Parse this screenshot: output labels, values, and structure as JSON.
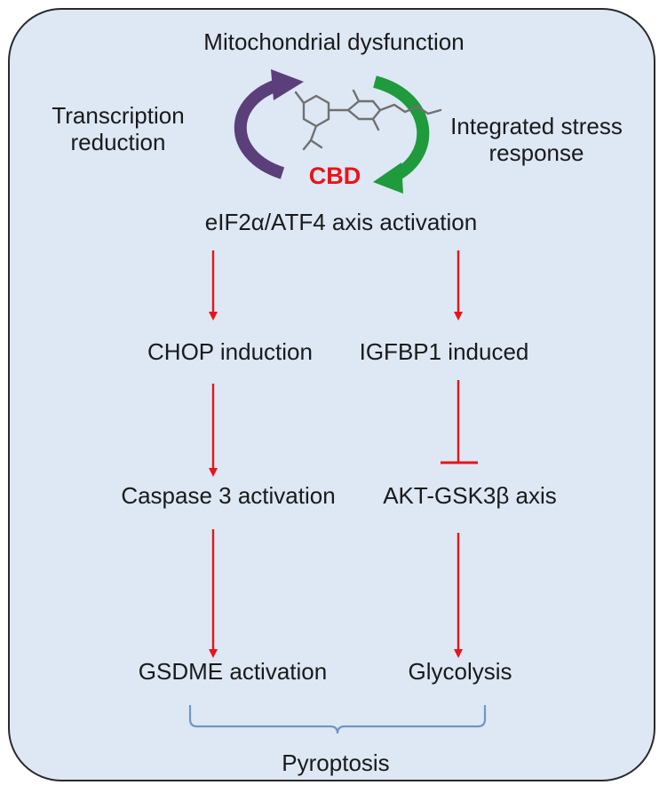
{
  "diagram": {
    "top_label": "Mitochondrial dysfunction",
    "left_label_line1": "Transcription",
    "left_label_line2": "reduction",
    "right_label_line1": "Integrated stress",
    "right_label_line2": "response",
    "center_label": "CBD",
    "axis_label": "eIF2α/ATF4  axis activation",
    "left_branch": {
      "step1": "CHOP  induction",
      "step2": "Caspase  3 activation",
      "step3": "GSDME activation"
    },
    "right_branch": {
      "step1": "IGFBP1 induced",
      "step2": "AKT-GSK3β  axis",
      "step3": "Glycolysis"
    },
    "outcome": "Pyroptosis"
  },
  "colors": {
    "activation_arrow": "#e8141a",
    "cycle_left_arrow": "#5b3f7a",
    "cycle_right_arrow": "#1f9a3c",
    "brace": "#6f96c6",
    "panel_bg": "#dde8f4"
  }
}
